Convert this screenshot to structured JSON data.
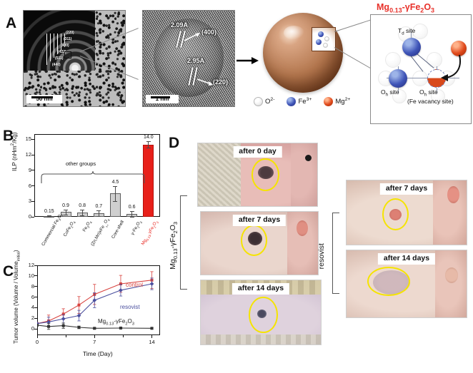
{
  "figure": {
    "panels": [
      "A",
      "B",
      "C",
      "D"
    ]
  },
  "panelA": {
    "letter": "A",
    "saed_rings": [
      "(220)",
      "(311)",
      "(400)",
      "(422)",
      "(511)",
      "(440)"
    ],
    "tem_scalebar": "50 nm",
    "hrtem_scalebar": "1 nm",
    "spacing1": "2.09A",
    "plane1": "(400)",
    "spacing2": "2.95A",
    "plane2": "(220)",
    "inset_title_parts": {
      "mg": "Mg",
      "x": "0.13",
      "dash_gamma": "-γ",
      "fe": "Fe",
      "two": "2",
      "o": "O",
      "three": "3"
    },
    "inset_title": "Mg0.13-γFe2O3",
    "site_td": "Td site",
    "site_oh_left": "Oh site",
    "site_oh_right": "Oh site",
    "site_vacancy": "(Fe vacancy site)",
    "legend": [
      {
        "name": "O2-",
        "label": "O",
        "charge": "2-",
        "color": "#ffffff"
      },
      {
        "name": "Fe3+",
        "label": "Fe",
        "charge": "3+",
        "color": "#3f55b8"
      },
      {
        "name": "Mg2+",
        "label": "Mg",
        "charge": "2+",
        "color": "#e0491b"
      }
    ]
  },
  "panelB": {
    "letter": "B",
    "annotation": "other groups",
    "chart_data": {
      "type": "bar",
      "title": "",
      "xlabel": "",
      "ylabel": "ILP (nHm2/Kg)",
      "ylim": [
        0,
        16
      ],
      "yticks": [
        0,
        3,
        6,
        9,
        12,
        15
      ],
      "grid": false,
      "categories": [
        "Commercial Fe3O4",
        "CoFe2O4",
        "Fe3O4",
        "(Zn,Mn)xFe3-xO4",
        "Core-shell",
        "γ-Fe2O3",
        "Mg0.13-γFe2O3"
      ],
      "values": [
        0.15,
        0.9,
        0.8,
        0.7,
        4.5,
        0.6,
        14.0
      ],
      "errors": [
        0.1,
        0.5,
        0.55,
        0.5,
        1.4,
        0.55,
        0.6
      ],
      "value_labels": [
        "0.15",
        "0.9",
        "0.8",
        "0.7",
        "4.5",
        "0.6",
        "14.0"
      ],
      "highlight_index": 6,
      "bar_color": "#cfcfcf",
      "highlight_color": "#e8201a"
    }
  },
  "panelC": {
    "letter": "C",
    "chart_data": {
      "type": "line",
      "title": "",
      "xlabel": "Time (Day)",
      "ylabel": "Tumor volume (Volume / Volumeinitial)",
      "xlim": [
        0,
        15
      ],
      "ylim": [
        -1.2,
        12
      ],
      "xticks": [
        0,
        7,
        14
      ],
      "yticks": [
        0,
        2,
        4,
        6,
        8,
        10,
        12
      ],
      "grid": false,
      "x": [
        0,
        1.4,
        3.2,
        5.1,
        7,
        10.2,
        14
      ],
      "series": [
        {
          "name": "control",
          "color": "#d8433f",
          "values": [
            1.0,
            1.5,
            2.8,
            4.5,
            6.5,
            8.5,
            9.2
          ],
          "errors": [
            0.0,
            1.1,
            1.0,
            1.6,
            1.9,
            1.6,
            1.6
          ]
        },
        {
          "name": "resovist",
          "color": "#4a4f9e",
          "values": [
            1.0,
            1.3,
            1.9,
            2.5,
            5.4,
            7.3,
            8.5
          ],
          "errors": [
            0.0,
            0.9,
            0.8,
            1.0,
            1.4,
            1.1,
            1.1
          ]
        },
        {
          "name": "Mg0.13-γFe2O3",
          "color": "#333333",
          "values": [
            0.7,
            0.45,
            0.6,
            0.28,
            0.1,
            0.15,
            0.1
          ],
          "errors": [
            0.0,
            0.55,
            0.5,
            0.25,
            0.15,
            0.12,
            0.12
          ]
        }
      ],
      "legend_position": "inside-right"
    },
    "labels": {
      "control": "control",
      "resovist": "resovist",
      "treated": "Mg0.13-γFe2O3"
    }
  },
  "panelD": {
    "letter": "D",
    "group_treated": "Mg0.13-γFe2O3",
    "group_resovist": "resovist",
    "treated_photos": [
      {
        "caption": "after 0 day"
      },
      {
        "caption": "after 7 days"
      },
      {
        "caption": "after 14 days"
      }
    ],
    "resovist_photos": [
      {
        "caption": "after 7 days"
      },
      {
        "caption": "after 14 days"
      }
    ]
  }
}
